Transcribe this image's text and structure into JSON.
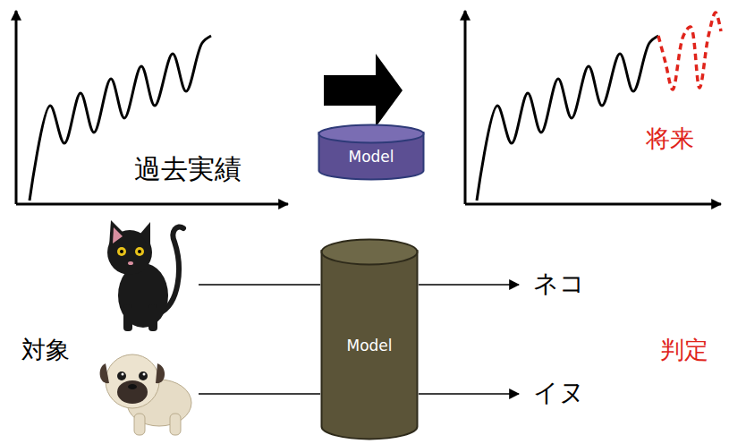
{
  "diagram": {
    "nodes": [
      {
        "text": [
          "Model"
        ]
      },
      {
        "text": [
          "Model"
        ]
      }
    ],
    "labels": [
      "過去実績",
      "将来",
      "対象",
      "ネコ",
      "イヌ",
      "判定"
    ]
  }
}
